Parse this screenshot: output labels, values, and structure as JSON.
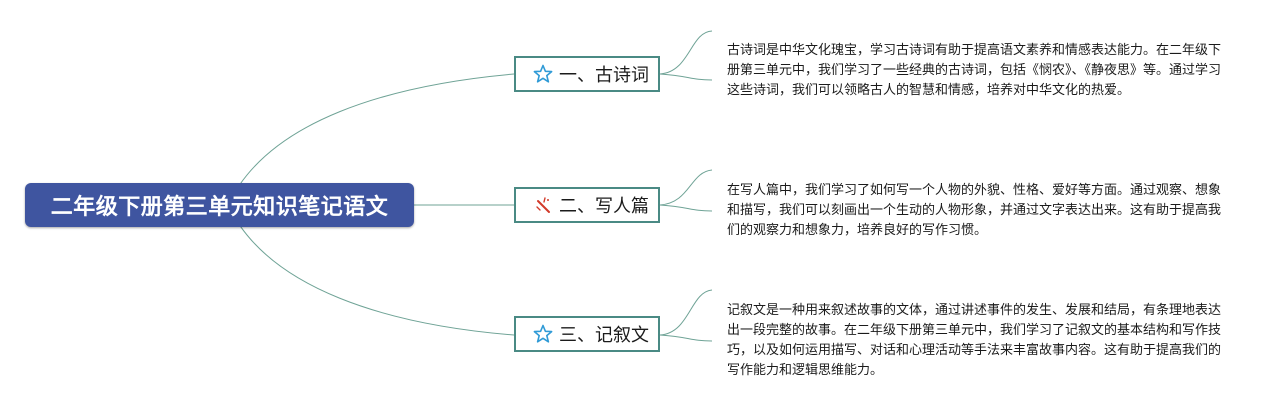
{
  "root": {
    "title": "二年级下册第三单元知识笔记语文"
  },
  "branches": [
    {
      "label": "一、古诗词",
      "icon": "star-icon",
      "note": "古诗词是中华文化瑰宝，学习古诗词有助于提高语文素养和情感表达能力。在二年级下册第三单元中，我们学习了一些经典的古诗词，包括《悯农》、《静夜思》等。通过学习这些诗词，我们可以领略古人的智慧和情感，培养对中华文化的热爱。"
    },
    {
      "label": "二、写人篇",
      "icon": "magic-wand-icon",
      "note": "在写人篇中，我们学习了如何写一个人物的外貌、性格、爱好等方面。通过观察、想象和描写，我们可以刻画出一个生动的人物形象，并通过文字表达出来。这有助于提高我们的观察力和想象力，培养良好的写作习惯。"
    },
    {
      "label": "三、记叙文",
      "icon": "star-icon",
      "note": "记叙文是一种用来叙述故事的文体，通过讲述事件的发生、发展和结局，有条理地表达出一段完整的故事。在二年级下册第三单元中，我们学习了记叙文的基本结构和写作技巧，以及如何运用描写、对话和心理活动等手法来丰富故事内容。这有助于提高我们的写作能力和逻辑思维能力。"
    }
  ],
  "colors": {
    "root_fill": "#3f55a0",
    "branch_border": "#4a8a84",
    "connector": "#5d9a8c",
    "star_icon": "#2f9ad6",
    "wand_icon": "#d23a2a"
  }
}
